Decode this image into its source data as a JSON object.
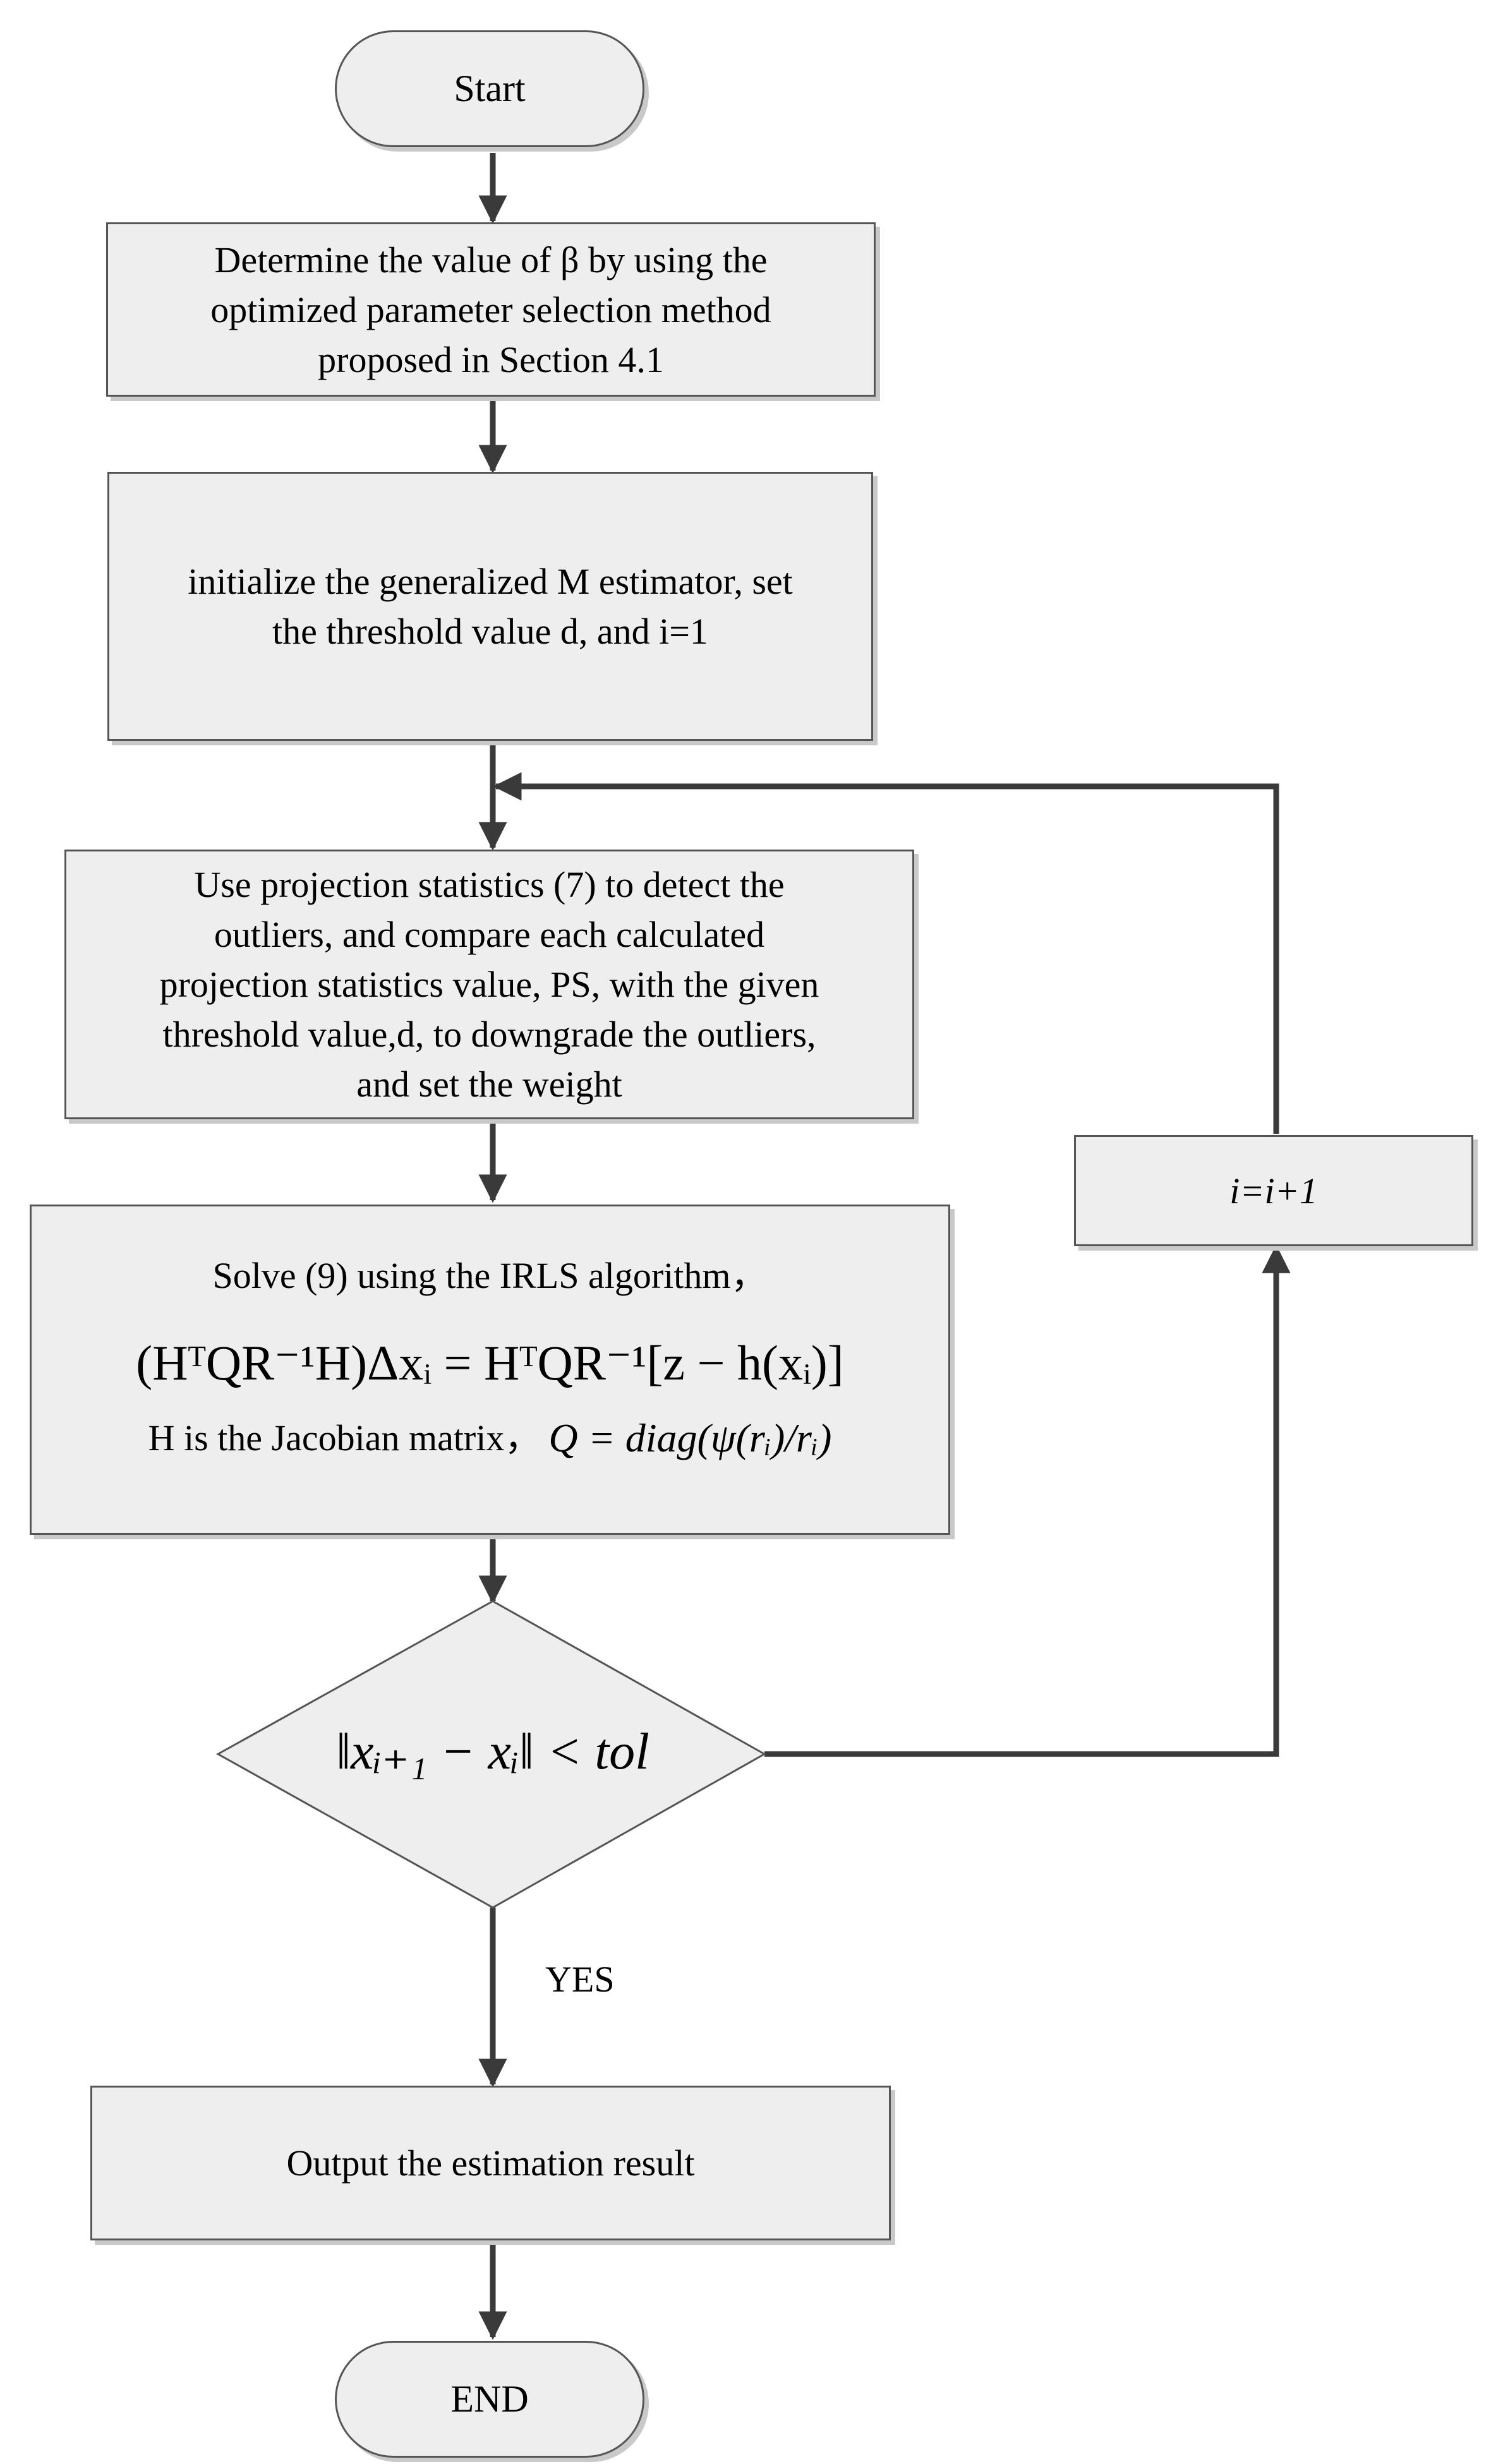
{
  "flowchart": {
    "start": "Start",
    "step1": {
      "lines": [
        "Determine the value of β by using the",
        "optimized parameter selection method",
        "proposed in Section 4.1"
      ]
    },
    "step2": {
      "lines": [
        "initialize the generalized M estimator, set",
        "the threshold value d, and i=1"
      ]
    },
    "step3": {
      "lines": [
        "Use projection statistics (7) to detect the",
        "outliers, and compare each calculated",
        "projection statistics value, PS, with the given",
        "threshold value,d, to downgrade the outliers,",
        "and set the weight"
      ]
    },
    "step4": {
      "title": "Solve (9) using the IRLS algorithm，",
      "equation": "(HᵀQR⁻¹H)Δxᵢ = HᵀQR⁻¹[z − h(xᵢ)]",
      "note": "H is the Jacobian matrix，",
      "q_def": "Q = diag(ψ(rᵢ)/rᵢ)"
    },
    "decision": "‖xᵢ₊₁ − xᵢ‖ < tol",
    "increment": "i=i+1",
    "yes_label": "YES",
    "output": "Output the estimation result",
    "end": "END"
  }
}
